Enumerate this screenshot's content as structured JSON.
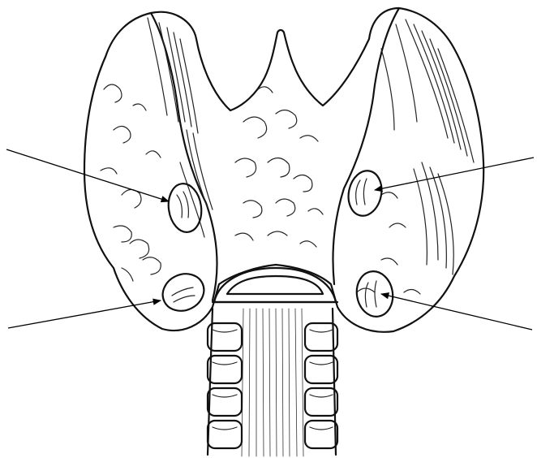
{
  "figure": {
    "subject": "thyroid-gland-posterior-view",
    "pointers": [
      {
        "name": "pointer-upper-left"
      },
      {
        "name": "pointer-lower-left"
      },
      {
        "name": "pointer-upper-right"
      },
      {
        "name": "pointer-lower-right"
      }
    ]
  }
}
